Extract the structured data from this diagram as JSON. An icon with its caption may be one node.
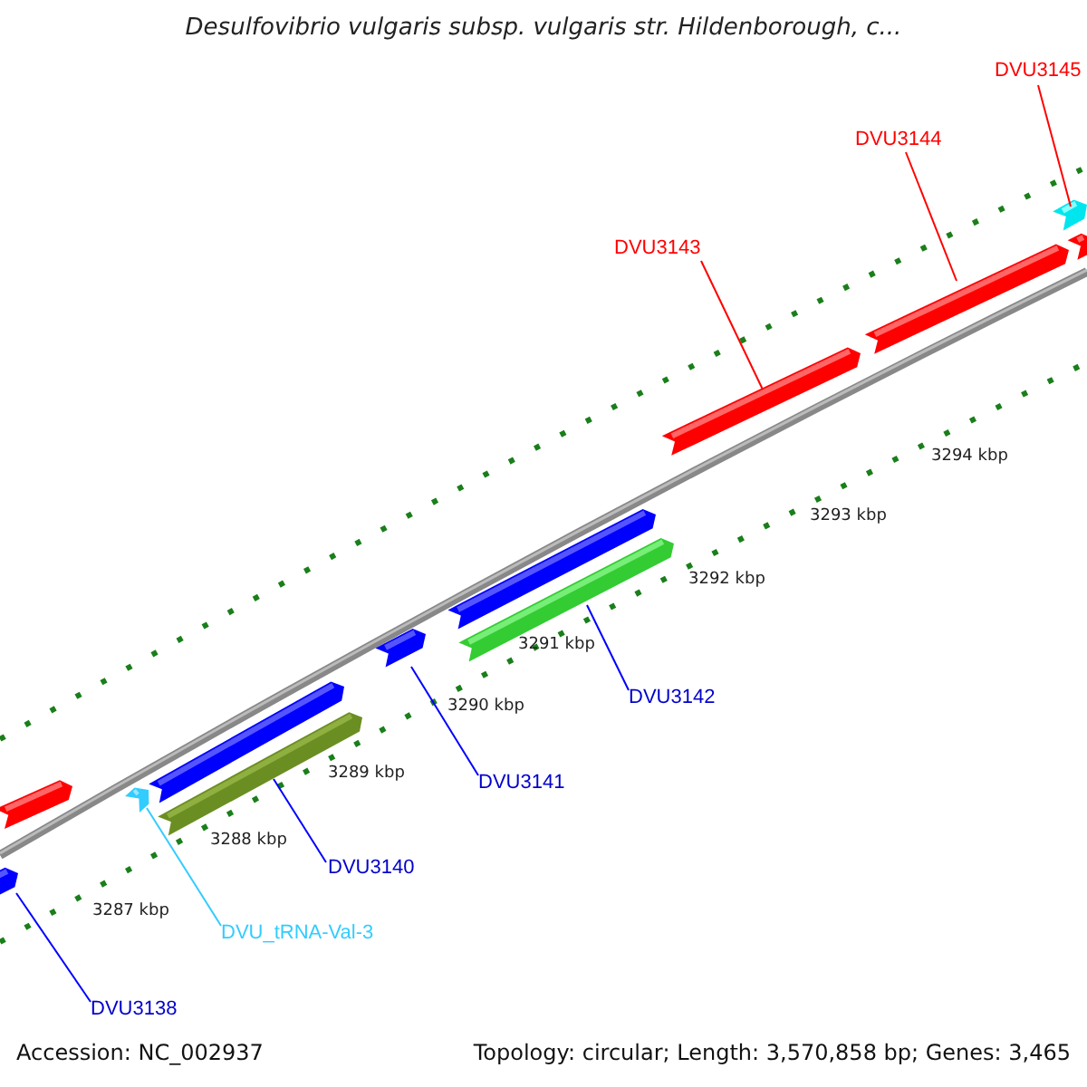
{
  "diagram": {
    "title": "Desulfovibrio vulgaris subsp. vulgaris str. Hildenborough, c...",
    "nodes": [
      {
        "text": [
          "DVU3145"
        ]
      },
      {
        "text": [
          "DVU3144"
        ]
      },
      {
        "text": [
          "DVU3143"
        ]
      },
      {
        "text": [
          "DVU3142"
        ]
      },
      {
        "text": [
          "DVU3141"
        ]
      },
      {
        "text": [
          "DVU3140"
        ]
      },
      {
        "text": [
          "DVU_tRNA-Val-3"
        ]
      },
      {
        "text": [
          "DVU3138"
        ]
      },
      {
        "text": [],
        "shape": "bar"
      },
      {
        "text": [],
        "shape": "bar"
      },
      {
        "text": [],
        "shape": "bar"
      },
      {
        "text": [],
        "shape": "bar"
      },
      {
        "text": [],
        "shape": "bar"
      },
      {
        "text": [],
        "shape": "bar"
      },
      {
        "text": [],
        "shape": "bar"
      },
      {
        "text": [],
        "shape": "bar"
      },
      {
        "text": [],
        "shape": "bar"
      },
      {
        "text": [],
        "shape": "bar"
      },
      {
        "text": [],
        "shape": "bar"
      },
      {
        "text": [],
        "shape": "bar"
      }
    ],
    "edges": [
      {
        "from": 0,
        "to": 18,
        "arrow": "none",
        "color": "#ff0000"
      },
      {
        "from": 1,
        "to": 17,
        "arrow": "none",
        "color": "#ff0000"
      },
      {
        "from": 2,
        "to": 16,
        "arrow": "none",
        "color": "#ff0000"
      },
      {
        "from": 3,
        "to": 15,
        "arrow": "none"
      },
      {
        "from": 4,
        "to": 13,
        "arrow": "none"
      },
      {
        "from": 5,
        "to": 12,
        "arrow": "none"
      },
      {
        "from": 6,
        "to": 10,
        "arrow": "none",
        "color": "#33ccff"
      },
      {
        "from": 7,
        "to": 8,
        "arrow": "none"
      }
    ],
    "labels": [
      "3294 kbp",
      "3293 kbp",
      "3292 kbp",
      "3291 kbp",
      "3290 kbp",
      "3289 kbp",
      "3288 kbp",
      "3287 kbp",
      "Accession: NC_002937",
      "Topology: circular; Length: 3,570,858 bp; Genes: 3,465"
    ]
  }
}
